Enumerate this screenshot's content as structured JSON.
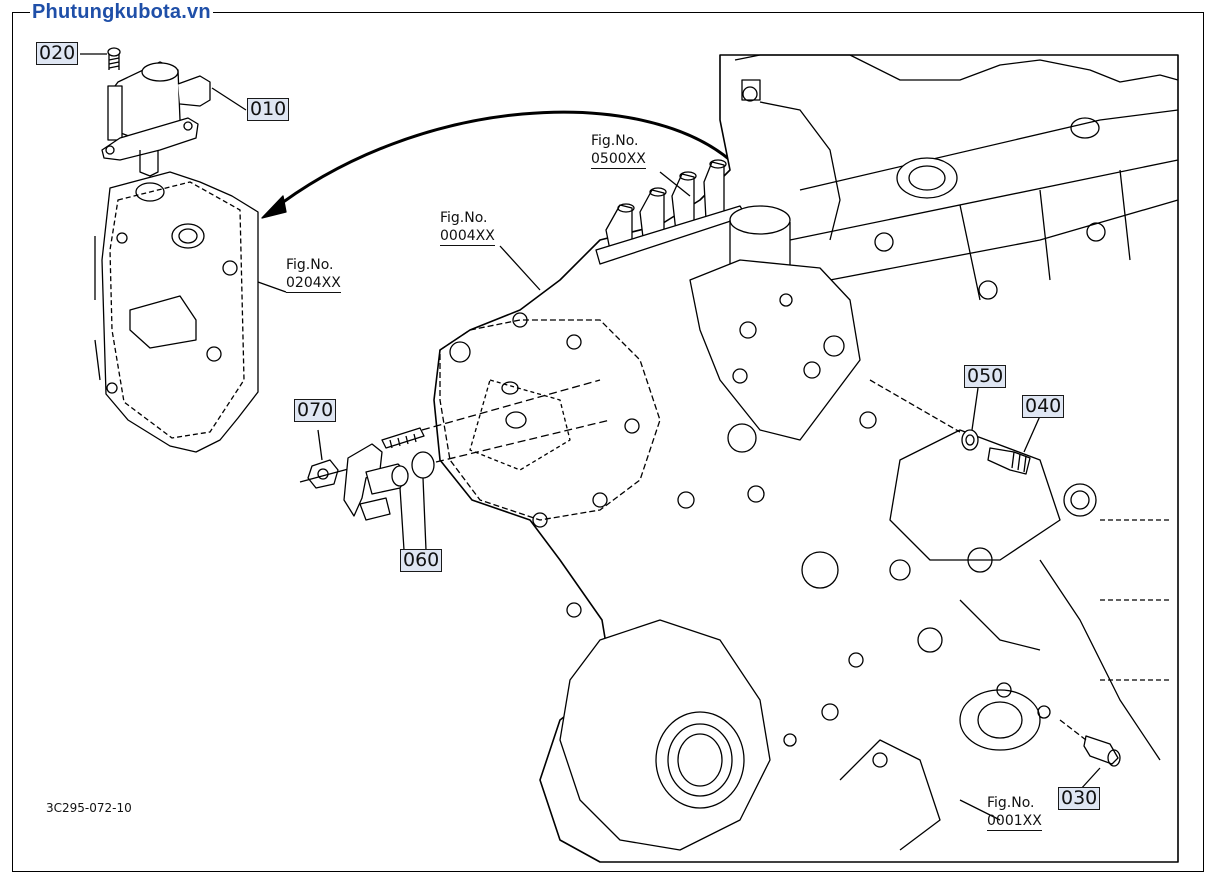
{
  "site_title": "Phutungkubota.vn",
  "callouts": {
    "c010": "010",
    "c020": "020",
    "c030": "030",
    "c040": "040",
    "c050": "050",
    "c060": "060",
    "c070": "070"
  },
  "fig_refs": {
    "f0204": {
      "label": "Fig.No.",
      "number": "0204XX"
    },
    "f0004": {
      "label": "Fig.No.",
      "number": "0004XX"
    },
    "f0500": {
      "label": "Fig.No.",
      "number": "0500XX"
    },
    "f0001": {
      "label": "Fig.No.",
      "number": "0001XX"
    }
  },
  "drawing_code": "3C295-072-10"
}
